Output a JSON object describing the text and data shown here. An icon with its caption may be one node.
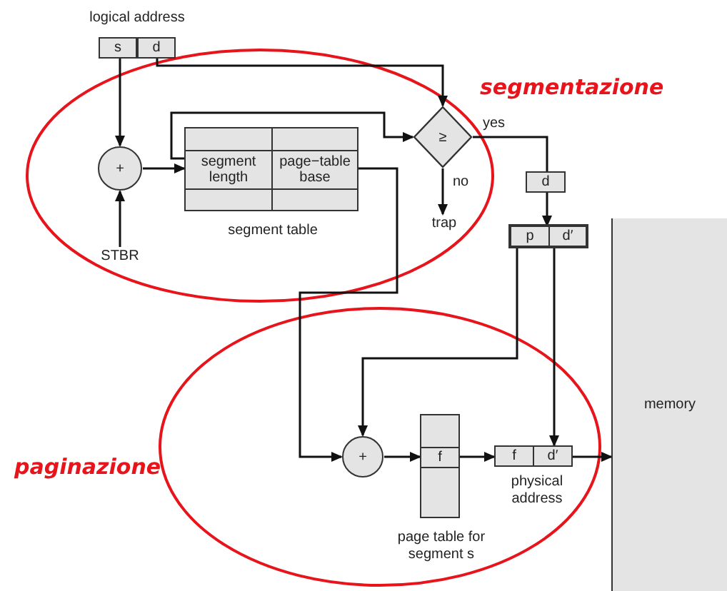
{
  "diagram": {
    "nodes": [
      {
        "text": [
          "logical address"
        ]
      },
      {
        "text": [
          "s"
        ],
        "in": 0
      },
      {
        "text": [
          "d"
        ],
        "in": 0
      },
      {
        "text": [
          "+"
        ]
      },
      {
        "text": [
          "segment table"
        ]
      },
      {
        "text": [
          "segment length"
        ],
        "in": 4
      },
      {
        "text": [
          "page−table base"
        ],
        "in": 4
      },
      {
        "text": [
          "≥"
        ]
      },
      {
        "text": [
          "trap"
        ]
      },
      {
        "text": [
          "STBR"
        ]
      },
      {
        "text": [
          "d"
        ]
      },
      {
        "text": [],
        "shape": "box"
      },
      {
        "text": [
          "p"
        ],
        "in": 11
      },
      {
        "text": [
          "d′"
        ],
        "in": 11
      },
      {
        "text": [
          "memory"
        ]
      },
      {
        "text": [
          "+"
        ]
      },
      {
        "text": [
          "page table for segment s"
        ]
      },
      {
        "text": [
          "f"
        ],
        "in": 16
      },
      {
        "text": [
          "physical address"
        ]
      },
      {
        "text": [
          "f"
        ],
        "in": 18
      },
      {
        "text": [
          "d′"
        ],
        "in": 18
      }
    ],
    "edges": [
      {
        "from": 1,
        "to": 3,
        "arrow": "to"
      },
      {
        "from": 9,
        "to": 3,
        "arrow": "to"
      },
      {
        "from": 3,
        "to": 4,
        "arrow": "to"
      },
      {
        "from": 2,
        "to": 7,
        "arrow": "to"
      },
      {
        "from": 5,
        "to": 7,
        "arrow": "to"
      },
      {
        "from": 7,
        "to": 10,
        "arrow": "none",
        "label": "yes"
      },
      {
        "from": 7,
        "to": 8,
        "arrow": "to",
        "label": "no"
      },
      {
        "from": 10,
        "to": 11,
        "arrow": "to"
      },
      {
        "from": 12,
        "to": 15,
        "arrow": "to"
      },
      {
        "from": 13,
        "to": 20,
        "arrow": "to"
      },
      {
        "from": 6,
        "to": 15,
        "arrow": "to"
      },
      {
        "from": 15,
        "to": 17,
        "arrow": "to"
      },
      {
        "from": 17,
        "to": 19,
        "arrow": "to"
      },
      {
        "from": 18,
        "to": 14,
        "arrow": "to"
      }
    ],
    "labels": [
      "segmentazione",
      "paginazione"
    ]
  }
}
